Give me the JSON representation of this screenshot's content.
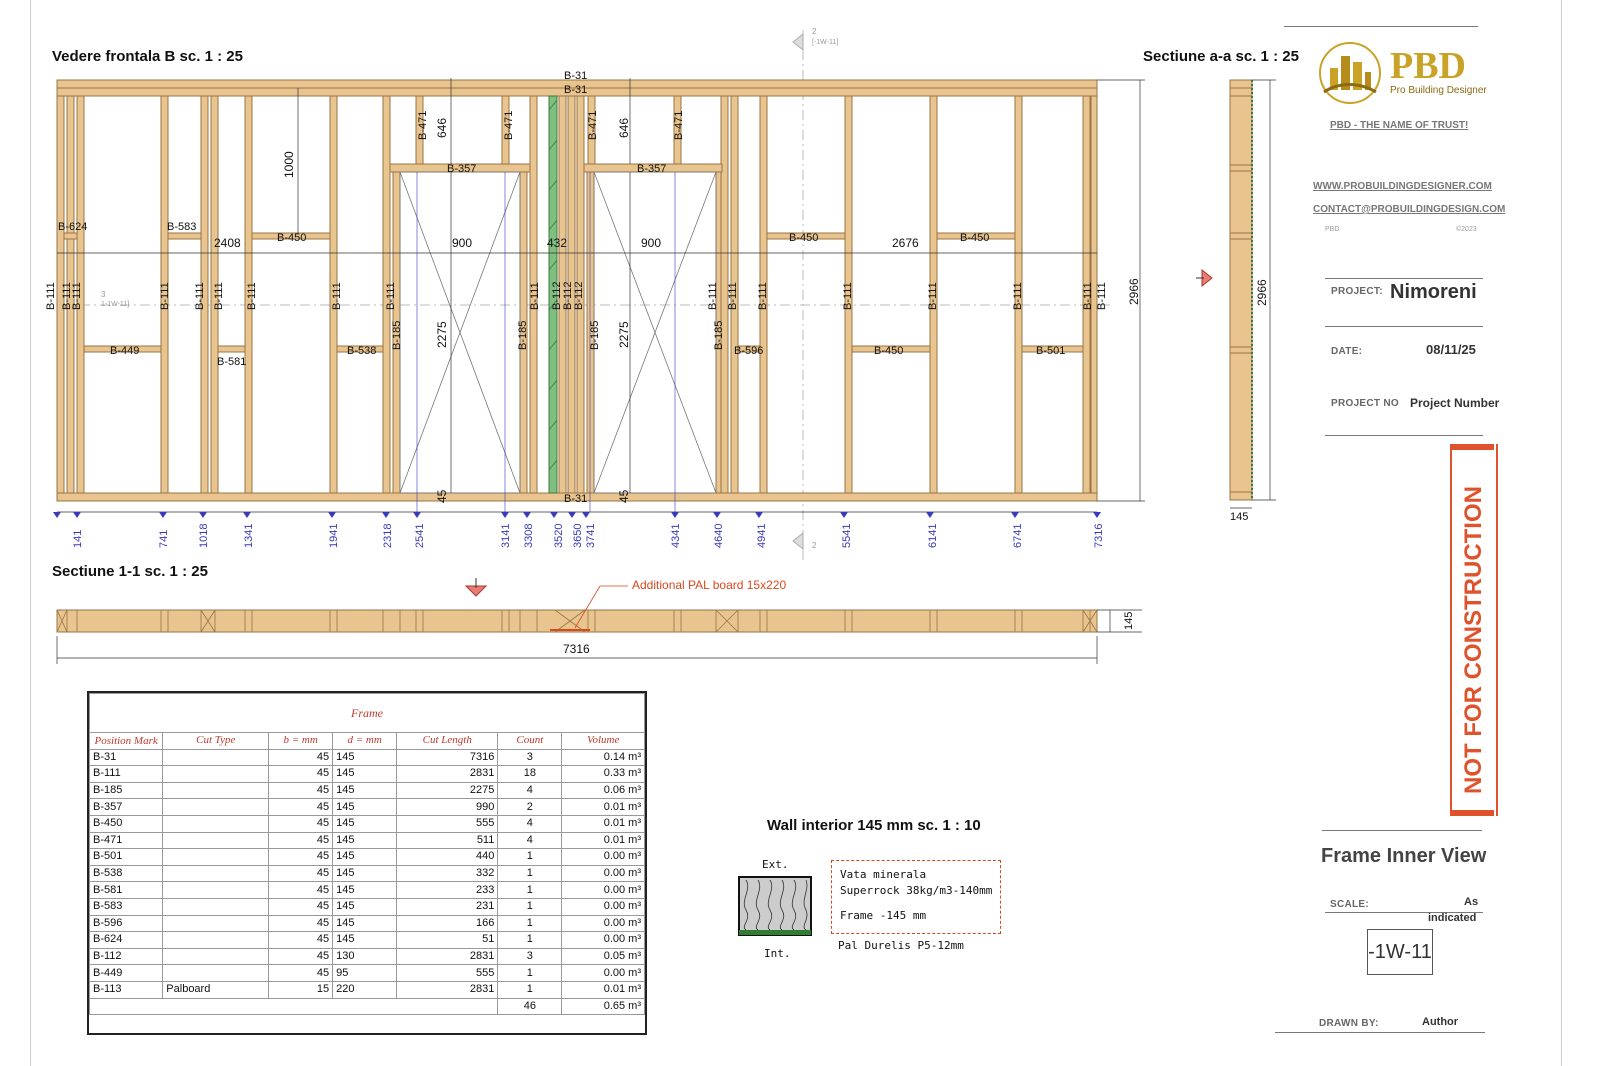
{
  "views": {
    "front_title": "Vedere frontala B sc. 1 : 25",
    "section_aa_title": "Sectiune a-a sc. 1 : 25",
    "section_11_title": "Sectiune 1-1 sc. 1 : 25",
    "wall_title": "Wall interior 145 mm sc. 1 : 10"
  },
  "front_view": {
    "top_labels": [
      "B-31",
      "B-31"
    ],
    "bottom_label": "B-31",
    "stud_labels": [
      "B-111",
      "B-111",
      "B-111",
      "B-111",
      "B-111",
      "B-111",
      "B-111",
      "B-185",
      "B-111",
      "B-185",
      "B-112",
      "B-112",
      "B-112",
      "B-185",
      "B-185",
      "B-111",
      "B-111",
      "B-111",
      "B-111",
      "B-111",
      "B-111",
      "B-111",
      "B-111"
    ],
    "nogging_labels": [
      "B-624",
      "B-583",
      "B-450",
      "B-449",
      "B-581",
      "B-538",
      "B-357",
      "B-357",
      "B-471",
      "B-471",
      "B-471",
      "B-471",
      "B-450",
      "B-450",
      "B-596",
      "B-450",
      "B-501"
    ],
    "dimensions": [
      "1000",
      "2408",
      "900",
      "432",
      "900",
      "2676",
      "646",
      "646",
      "2275",
      "2275",
      "45",
      "45",
      "2966"
    ],
    "axis_marks": [
      "2",
      "[-1W-11]",
      "2",
      "3",
      "1-1W-11]"
    ],
    "ticks": [
      "141",
      "741",
      "1018",
      "1341",
      "1941",
      "2318",
      "2541",
      "3141",
      "3308",
      "3520",
      "3650",
      "3741",
      "4341",
      "4640",
      "4941",
      "5541",
      "6141",
      "6741",
      "7316"
    ]
  },
  "section_aa": {
    "height": "2966",
    "width": "145"
  },
  "section_11": {
    "annotation": "Additional PAL board 15x220",
    "length": "7316",
    "thickness": "145"
  },
  "frame_table": {
    "caption": "Frame",
    "headers": [
      "Position Mark",
      "Cut Type",
      "b = mm",
      "d = mm",
      "Cut Length",
      "Count",
      "Volume"
    ],
    "rows": [
      [
        "B-31",
        "",
        "45",
        "145",
        "7316",
        "3",
        "0.14 m³"
      ],
      [
        "B-111",
        "",
        "45",
        "145",
        "2831",
        "18",
        "0.33 m³"
      ],
      [
        "B-185",
        "",
        "45",
        "145",
        "2275",
        "4",
        "0.06 m³"
      ],
      [
        "B-357",
        "",
        "45",
        "145",
        "990",
        "2",
        "0.01 m³"
      ],
      [
        "B-450",
        "",
        "45",
        "145",
        "555",
        "4",
        "0.01 m³"
      ],
      [
        "B-471",
        "",
        "45",
        "145",
        "511",
        "4",
        "0.01 m³"
      ],
      [
        "B-501",
        "",
        "45",
        "145",
        "440",
        "1",
        "0.00 m³"
      ],
      [
        "B-538",
        "",
        "45",
        "145",
        "332",
        "1",
        "0.00 m³"
      ],
      [
        "B-581",
        "",
        "45",
        "145",
        "233",
        "1",
        "0.00 m³"
      ],
      [
        "B-583",
        "",
        "45",
        "145",
        "231",
        "1",
        "0.00 m³"
      ],
      [
        "B-596",
        "",
        "45",
        "145",
        "166",
        "1",
        "0.00 m³"
      ],
      [
        "B-624",
        "",
        "45",
        "145",
        "51",
        "1",
        "0.00 m³"
      ],
      [
        "B-112",
        "",
        "45",
        "130",
        "2831",
        "3",
        "0.05 m³"
      ],
      [
        "B-449",
        "",
        "45",
        "95",
        "555",
        "1",
        "0.00 m³"
      ],
      [
        "B-113",
        "Palboard",
        "15",
        "220",
        "2831",
        "1",
        "0.01 m³"
      ]
    ],
    "total_count": "46",
    "total_volume": "0.65 m³"
  },
  "wall_legend": {
    "ext": "Ext.",
    "int": "Int.",
    "layer1": "Vata minerala",
    "layer1b": "Superrock 38kg/m3-140mm",
    "layer2": "Frame -145 mm",
    "layer3": "Pal Durelis P5-12mm"
  },
  "title_block": {
    "brand": "PBD",
    "brand_sub": "Pro Building Designer",
    "slogan": "PBD - THE NAME OF TRUST!",
    "website": "WWW.PROBUILDINGDESIGNER.COM",
    "email": "CONTACT@PROBUILDINGDESIGN.COM",
    "small_left": "PBD",
    "small_right": "©2023",
    "project_label": "PROJECT:",
    "project_value": "Nimoreni",
    "date_label": "DATE:",
    "date_value": "08/11/25",
    "projno_label": "PROJECT NO",
    "projno_value": "Project Number",
    "stamp": "NOT FOR CONSTRUCTION",
    "sheet_title": "Frame Inner View",
    "scale_label": "SCALE:",
    "scale_value_1": "As",
    "scale_value_2": "indicated",
    "sheet_id": "-1W-11",
    "drawn_label": "DRAWN BY:",
    "drawn_value": "Author"
  },
  "colors": {
    "wood": "#e8c48e",
    "wood_edge": "#9a7446",
    "accent_red": "#d9481e",
    "dim_blue": "#3a3ab8"
  }
}
